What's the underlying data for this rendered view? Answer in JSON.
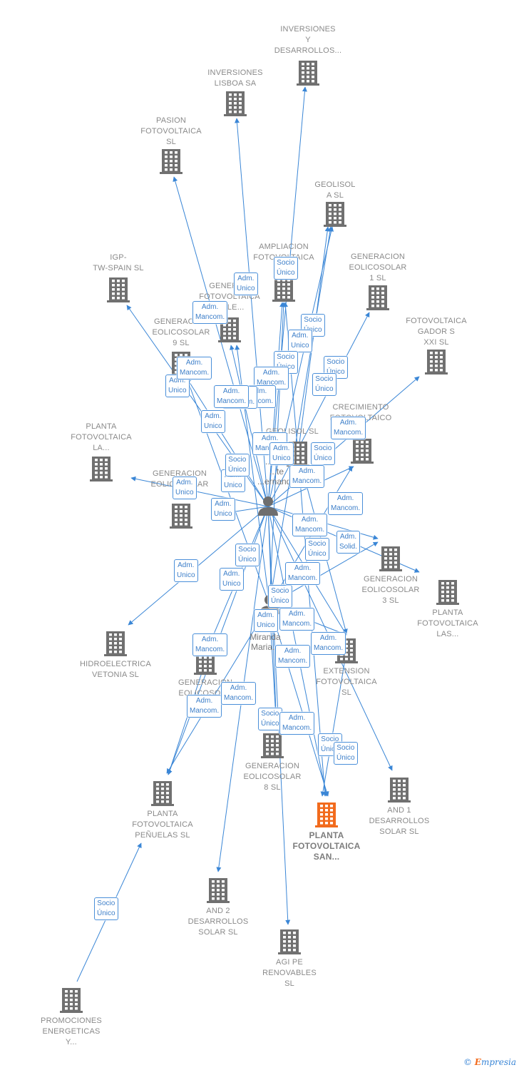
{
  "colors": {
    "edge": "#3a86d6",
    "company": "#707070",
    "focus": "#f26b1d",
    "badge_border": "#4a8fd9",
    "badge_text": "#3d7fc9"
  },
  "companies": [
    {
      "id": "inv_des",
      "label": "INVERSIONES\nY\nDESARROLLOS...",
      "icon": "building-icon"
    },
    {
      "id": "inv_lis",
      "label": "INVERSIONES\nLISBOA SA",
      "icon": "building-icon"
    },
    {
      "id": "pasion",
      "label": "PASION\nFOTOVOLTAICA\nSL",
      "icon": "building-icon"
    },
    {
      "id": "geolisola",
      "label": "GEOLISOL\nA  SL",
      "icon": "building-icon"
    },
    {
      "id": "ampliacion",
      "label": "AMPLIACION\nFOTOVOLTAICA",
      "icon": "building-icon"
    },
    {
      "id": "gen_eol1",
      "label": "GENERACION\nEOLICOSOLAR\n1  SL",
      "icon": "building-icon"
    },
    {
      "id": "igp",
      "label": "IGP-\nTW-SPAIN  SL",
      "icon": "building-icon"
    },
    {
      "id": "gen_fot",
      "label": "GENERA...\nFOTOVOLTAICA\n...BLE...",
      "icon": "building-icon"
    },
    {
      "id": "fot_gador",
      "label": "FOTOVOLTAICA\nGADOR S\nXXI  SL",
      "icon": "building-icon"
    },
    {
      "id": "gen_eol9",
      "label": "GENERACION\nEOLICOSOLAR\n9  SL",
      "icon": "building-icon"
    },
    {
      "id": "crecimiento",
      "label": "CRECIMIENTO\nFOTOVOLTAICO",
      "icon": "building-icon"
    },
    {
      "id": "planta_la",
      "label": "PLANTA\nFOTOVOLTAICA\nLA...",
      "icon": "building-icon"
    },
    {
      "id": "geolisol",
      "label": "GEOLISOL  SL",
      "icon": "building-icon"
    },
    {
      "id": "gen_eol7",
      "label": "GENERACION\nEOLICOSOLAR\n7...",
      "icon": "building-icon"
    },
    {
      "id": "gen_eol3",
      "label": "GENERACION\nEOLICOSOLAR\n3  SL",
      "icon": "building-icon"
    },
    {
      "id": "planta_las",
      "label": "PLANTA\nFOTOVOLTAICA\nLAS...",
      "icon": "building-icon"
    },
    {
      "id": "hidro",
      "label": "HIDROELECTRICA\nVETONIA SL",
      "icon": "building-icon"
    },
    {
      "id": "gen_eolx",
      "label": "GENERACION\nEOLICOSOL...",
      "icon": "building-icon"
    },
    {
      "id": "extension",
      "label": "EXTENSION\nFOTOVOLTAICA\nSL",
      "icon": "building-icon"
    },
    {
      "id": "gen_eol8",
      "label": "GENERACION\nEOLICOSOLAR\n8  SL",
      "icon": "building-icon"
    },
    {
      "id": "and1",
      "label": "AND 1\nDESARROLLOS\nSOLAR  SL",
      "icon": "building-icon"
    },
    {
      "id": "planta_pen",
      "label": "PLANTA\nFOTOVOLTAICA\nPEÑUELAS SL",
      "icon": "building-icon"
    },
    {
      "id": "planta_san",
      "label": "PLANTA\nFOTOVOLTAICA\nSAN...",
      "icon": "building-icon",
      "focus": true
    },
    {
      "id": "and2",
      "label": "AND 2\nDESARROLLOS\nSOLAR  SL",
      "icon": "building-icon"
    },
    {
      "id": "agi",
      "label": "AGI PE\nRENOVABLES\nSL",
      "icon": "building-icon"
    },
    {
      "id": "promociones",
      "label": "PROMOCIONES\nENERGETICAS\nY...",
      "icon": "building-icon"
    }
  ],
  "persons": [
    {
      "id": "p1",
      "label": "...alez\n...te\n...ernando",
      "icon": "person-icon"
    },
    {
      "id": "p2",
      "label": "S...\nMiranda\nMaria...",
      "icon": "person-icon"
    }
  ],
  "badges": [
    "Adm.\nUnico",
    "Socio\nÚnico",
    "Adm.\nMancom.",
    "Socio\nÚnico",
    "Adm.\nUnico",
    "Socio\nÚnico",
    "Socio\nÚnico",
    "Adm.\nMancom.",
    "Adm.\nMancom.",
    "Socio\nÚnico",
    "Adm.\nUnico",
    "Adm.\nMancom.",
    "Adm.\nUnico",
    "Adm.\nMancom.",
    "Adm.\nMancom.",
    "Socio\nÚnico",
    "Adm.\nUnico",
    "Socio\nÚnico",
    "Adm.\nMancom.",
    "Adm.\nUnico",
    "Adm.\nUnico",
    "Socio\nÚnico",
    "Adm.\nMancom.",
    "Adm.\nSolid.",
    "Socio\nÚnico",
    "Adm.\nMancom.",
    "Socio\nÚnico",
    "Adm.\nUnico",
    "Adm.\nMancom.",
    "Adm.\nUnico",
    "Adm.\nUnico",
    "Socio\nÚnico",
    "Adm.\nMancom.",
    "Adm.\nMancom.",
    "Adm.\nMancom.",
    "Adm.\nMancom.",
    "Adm.\nMancom.",
    "Adm.\nMancom.",
    "Socio\nÚnico",
    "Socio\nÚnico",
    "Adm.\nMancom.",
    "Adm.\nUnico",
    "Adm.\nMancom.",
    "Adm.\nMancom.",
    "Socio\nÚnico"
  ],
  "footer": {
    "copyright": "©",
    "brand_initial": "E",
    "brand_rest": "mpresia"
  }
}
